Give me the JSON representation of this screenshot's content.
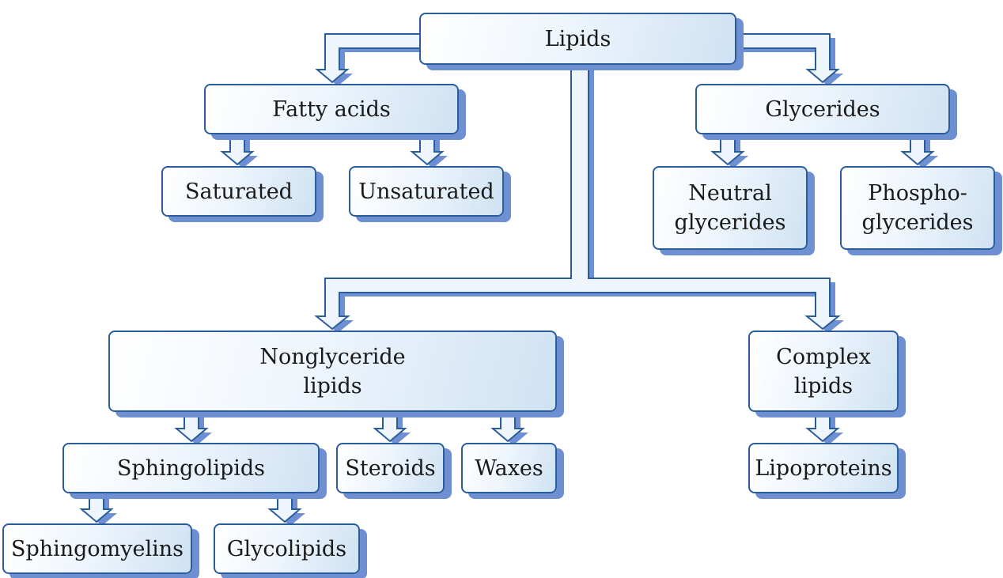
{
  "diagram": {
    "root": "Lipids",
    "fatty_acids": "Fatty acids",
    "saturated": "Saturated",
    "unsaturated": "Unsaturated",
    "glycerides": "Glycerides",
    "neutral_glycerides": "Neutral\nglycerides",
    "phosphoglycerides": "Phospho-\nglycerides",
    "nonglyceride_lipids": "Nonglyceride\nlipids",
    "complex_lipids": "Complex\nlipids",
    "sphingolipids": "Sphingolipids",
    "steroids": "Steroids",
    "waxes": "Waxes",
    "lipoproteins": "Lipoproteins",
    "sphingomyelins": "Sphingomyelins",
    "glycolipids": "Glycolipids"
  },
  "colors": {
    "border": "#2a5d9c",
    "shadow": "#6f8fd3",
    "fill": "#e4eefa"
  }
}
